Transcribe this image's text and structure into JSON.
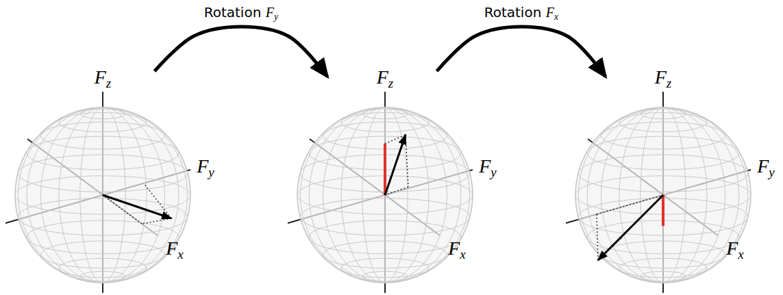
{
  "diagram": {
    "nodes": [
      {
        "text": [
          "Fz",
          "Fy",
          "Fx"
        ]
      },
      {
        "text": [
          "Fz",
          "Fy",
          "Fx"
        ]
      },
      {
        "text": [
          "Fz",
          "Fy",
          "Fx"
        ]
      }
    ],
    "edges": [
      {
        "from": 0,
        "to": 1,
        "arrow": "to",
        "label": "Rotation Fy"
      },
      {
        "from": 1,
        "to": 2,
        "arrow": "to",
        "label": "Rotation Fx"
      }
    ]
  }
}
